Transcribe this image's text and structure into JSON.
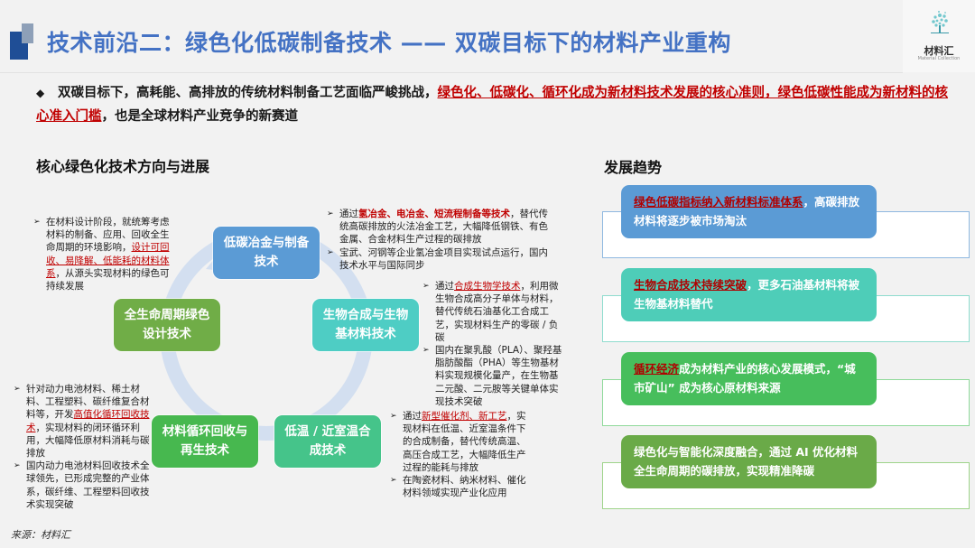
{
  "header": {
    "title": "技术前沿二：绿色化低碳制备技术 —— 双碳目标下的材料产业重构",
    "logo": {
      "icon": "tree-logo-icon",
      "name_cn": "材料汇",
      "name_en": "Material Collection"
    }
  },
  "intro": {
    "bullet_icon": "diamond-icon",
    "text_plain_1": "双碳目标下，高耗能、高排放的传统材料制备工艺面临严峻挑战，",
    "text_highlight_1": "绿色化、低碳化、循环化成为新材料技术发展的核心准则，绿色低碳性能成为新材料的核心准入门槛",
    "text_plain_2": "，也是全球材料产业竞争的新赛道"
  },
  "left_section": {
    "title": "核心绿色化技术方向与进展",
    "nodes": [
      {
        "label": "低碳冶金与制备技术",
        "color": "#5b9bd5"
      },
      {
        "label": "生物合成与生物基材料技术",
        "color": "#4ecdc4"
      },
      {
        "label": "低温 / 近室温合成技术",
        "color": "#45c48a"
      },
      {
        "label": "材料循环回收与再生技术",
        "color": "#47b84f"
      },
      {
        "label": "全生命周期绿色设计技术",
        "color": "#70ad47"
      }
    ],
    "descriptions": {
      "design": [
        {
          "pre": "在材料设计阶段，就统筹考虑材料的制备、应用、回收全生命周期的环境影响，",
          "hl": "设计可回收、易降解、低能耗的材料体系",
          "post": "，从源头实现材料的绿色可持续发展"
        }
      ],
      "metallurgy": [
        {
          "pre": "通过",
          "hl": "氢冶金、电冶金、短流程制备等技术",
          "post": "，替代传统高碳排放的火法冶金工艺，大幅降低钢铁、有色金属、合金材料生产过程的碳排放"
        },
        {
          "pre": "宝武、河钢等企业氢冶金项目实现试点运行，国内技术水平与国际同步",
          "hl": "",
          "post": ""
        }
      ],
      "bio": [
        {
          "pre": "通过",
          "hl": "合成生物学技术",
          "post": "，利用微生物合成高分子单体与材料，替代传统石油基化工合成工艺，实现材料生产的零碳 / 负碳"
        },
        {
          "pre": "国内在聚乳酸（PLA）、聚羟基脂肪酸酯（PHA）等生物基材料实现规模化量产，在生物基二元酸、二元胺等关键单体实现技术突破",
          "hl": "",
          "post": ""
        }
      ],
      "recycle": [
        {
          "pre": "针对动力电池材料、稀土材料、工程塑料、碳纤维复合材料等，开发",
          "hl": "高值化循环回收技术",
          "post": "，实现材料的闭环循环利用，大幅降低原材料消耗与碳排放"
        },
        {
          "pre": "国内动力电池材料回收技术全球领先，已形成完整的产业体系，碳纤维、工程塑料回收技术实现突破",
          "hl": "",
          "post": ""
        }
      ],
      "lowtemp": [
        {
          "pre": "通过",
          "hl": "新型催化剂、新工艺",
          "post": "，实现材料在低温、近室温条件下的合成制备，替代传统高温、高压合成工艺，大幅降低生产过程的能耗与排放"
        },
        {
          "pre": "在陶瓷材料、纳米材料、催化材料领域实现产业化应用",
          "hl": "",
          "post": ""
        }
      ]
    }
  },
  "right_section": {
    "title": "发展趋势",
    "trends": [
      {
        "hl": "绿色低碳指标纳入新材料标准体系",
        "post": "，高碳排放材料将逐步被市场淘汰",
        "pill_color": "#5b9bd5",
        "border_color": "#8fb8e0"
      },
      {
        "hl": "生物合成技术持续突破",
        "post": "，更多石油基材料将被生物基材料替代",
        "pill_color": "#4ecdb8",
        "border_color": "#8fdcce"
      },
      {
        "hl": "循环经济",
        "post": "成为材料产业的核心发展模式，“城市矿山” 成为核心原材料来源",
        "pill_color": "#47be5c",
        "border_color": "#8fd99a"
      },
      {
        "hl": "",
        "post": "绿色化与智能化深度融合，通过 AI 优化材料全生命周期的碳排放，实现精准降碳",
        "pill_color": "#6aaa48",
        "border_color": "#9ed48a"
      }
    ]
  },
  "footer": {
    "source": "来源：材料汇"
  }
}
